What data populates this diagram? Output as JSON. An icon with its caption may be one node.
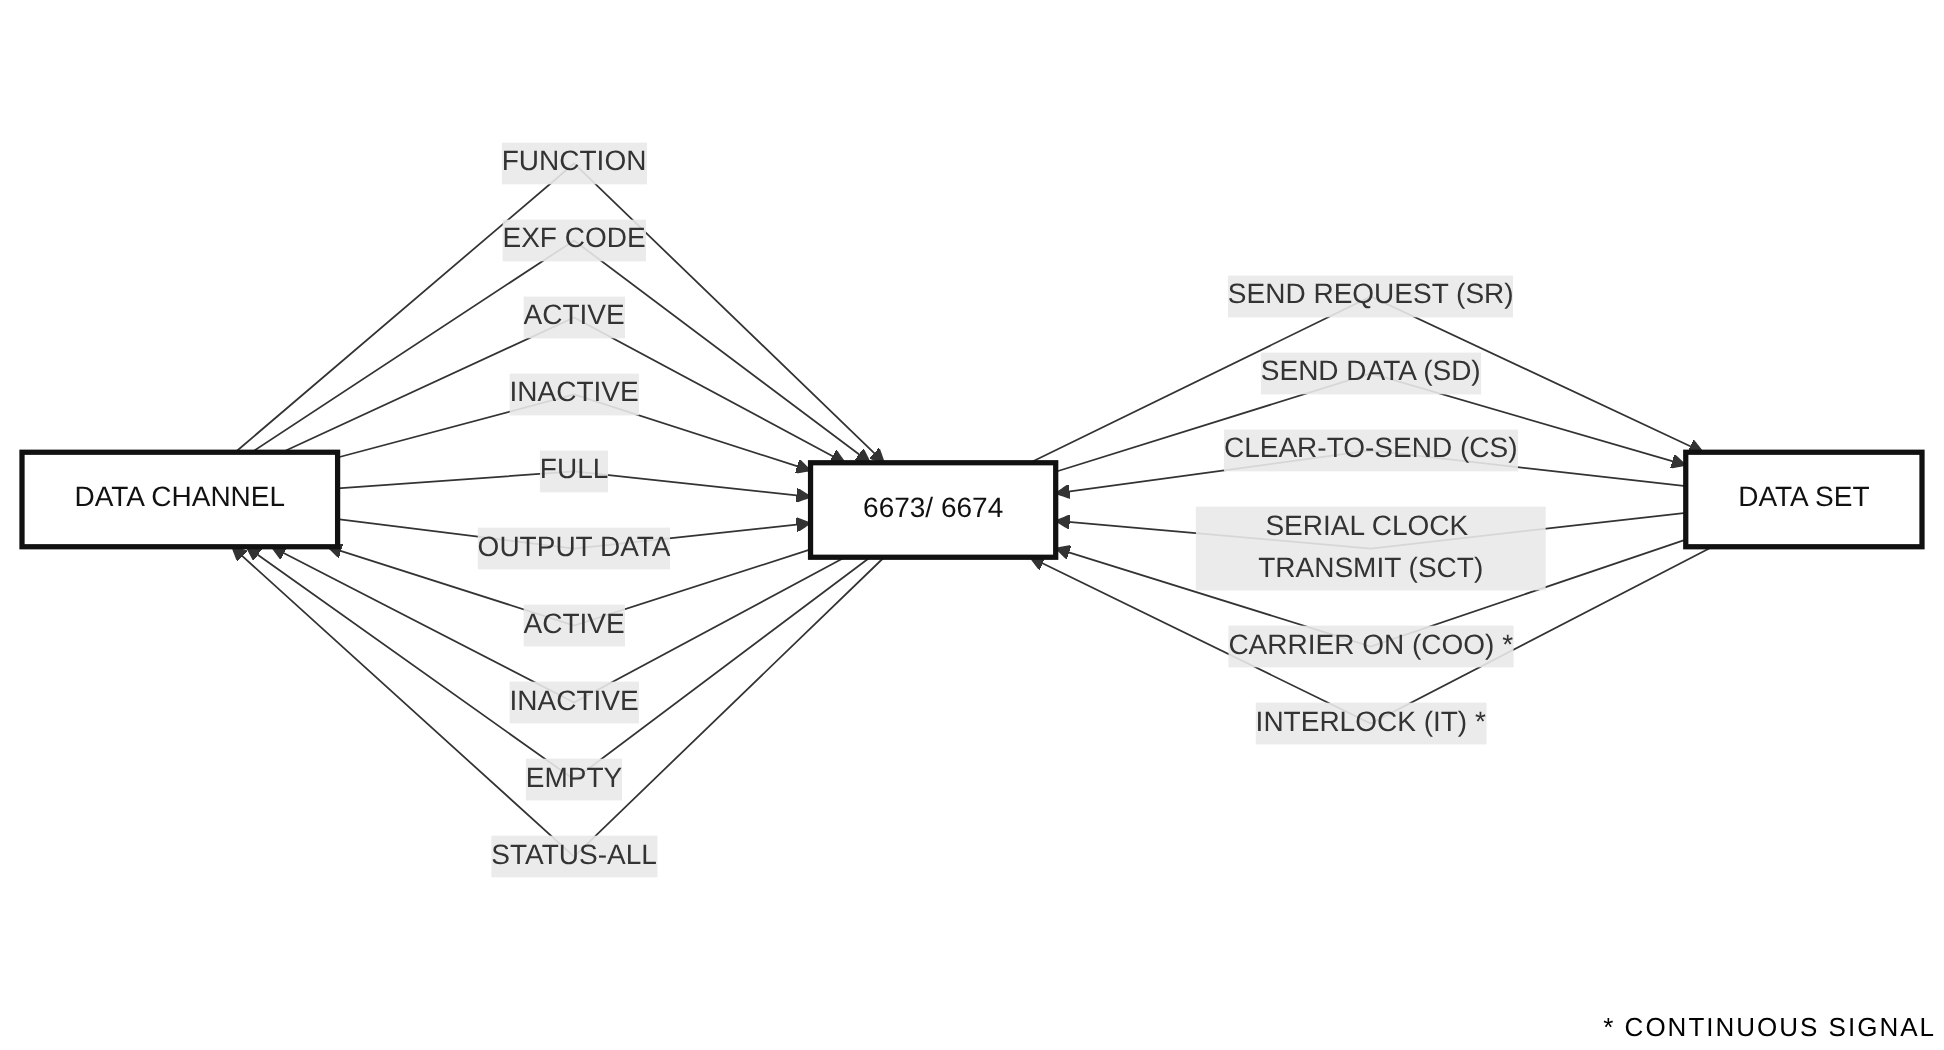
{
  "diagram": {
    "nodes": [
      {
        "text": [
          "DATA CHANNEL"
        ]
      },
      {
        "text": [
          "6673/ 6674"
        ]
      },
      {
        "text": [
          "DATA SET"
        ]
      }
    ],
    "edges": [
      {
        "from": 0,
        "to": 1,
        "arrow": "to",
        "label": "FUNCTION"
      },
      {
        "from": 0,
        "to": 1,
        "arrow": "to",
        "label": "EXF CODE"
      },
      {
        "from": 1,
        "to": 0,
        "arrow": "to",
        "label": "ACTIVE"
      },
      {
        "from": 1,
        "to": 0,
        "arrow": "to",
        "label": "INACTIVE"
      },
      {
        "from": 0,
        "to": 1,
        "arrow": "to",
        "label": "ACTIVE"
      },
      {
        "from": 0,
        "to": 1,
        "arrow": "to",
        "label": "INACTIVE"
      },
      {
        "from": 0,
        "to": 1,
        "arrow": "to",
        "label": "FULL"
      },
      {
        "from": 1,
        "to": 0,
        "arrow": "to",
        "label": "EMPTY"
      },
      {
        "from": 0,
        "to": 1,
        "arrow": "to",
        "label": "OUTPUT DATA"
      },
      {
        "from": 1,
        "to": 0,
        "arrow": "to",
        "label": "STATUS-ALL"
      },
      {
        "from": 1,
        "to": 2,
        "arrow": "to",
        "label": "SEND REQUEST (SR)"
      },
      {
        "from": 2,
        "to": 1,
        "arrow": "to",
        "label": "CLEAR-TO-SEND (CS)"
      },
      {
        "from": 2,
        "to": 1,
        "arrow": "to",
        "label": "SERIAL CLOCK TRANSMIT (SCT)"
      },
      {
        "from": 1,
        "to": 2,
        "arrow": "to",
        "label": "SEND DATA (SD)"
      },
      {
        "from": 2,
        "to": 1,
        "arrow": "to",
        "label": "CARRIER ON (COO) *"
      },
      {
        "from": 2,
        "to": 1,
        "arrow": "to",
        "label": "INTERLOCK (IT) *"
      }
    ],
    "labels": [
      "* CONTINUOUS SIGNAL"
    ]
  }
}
